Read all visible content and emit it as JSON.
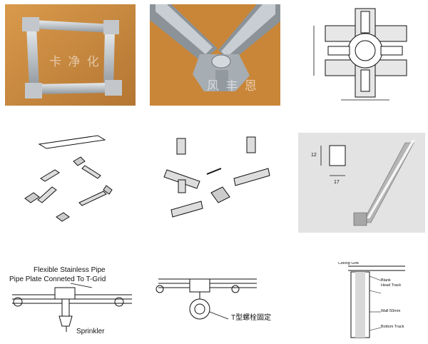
{
  "tiles": {
    "photo_frame": {
      "watermark": "卡 净 化"
    },
    "photo_corner": {
      "watermark": "风 丰 恩"
    },
    "tgrid_section": {},
    "explode_left": {},
    "explode_mid": {},
    "channel_profile": {
      "dim_height": "12",
      "dim_width": "17"
    },
    "sprinkler": {
      "label_pipe": "Flexible Stainless Pipe",
      "label_plate": "Pipe Plate Conneted To T-Grid",
      "label_sprinkler": "Sprinkler"
    },
    "hanger": {
      "label_fix": "T型螺栓固定"
    },
    "wall_section": {
      "label_ceiling": "Ceiling Grid",
      "label_blank": "Blank",
      "label_head": "Head Track",
      "label_wall": "Wall 50mm",
      "label_bottom": "Bottom Track"
    }
  },
  "colors": {
    "wood": "#c98a3f",
    "metal": "#9aa1a8",
    "grid_fill": "#e7e7e7",
    "line": "#111111"
  }
}
